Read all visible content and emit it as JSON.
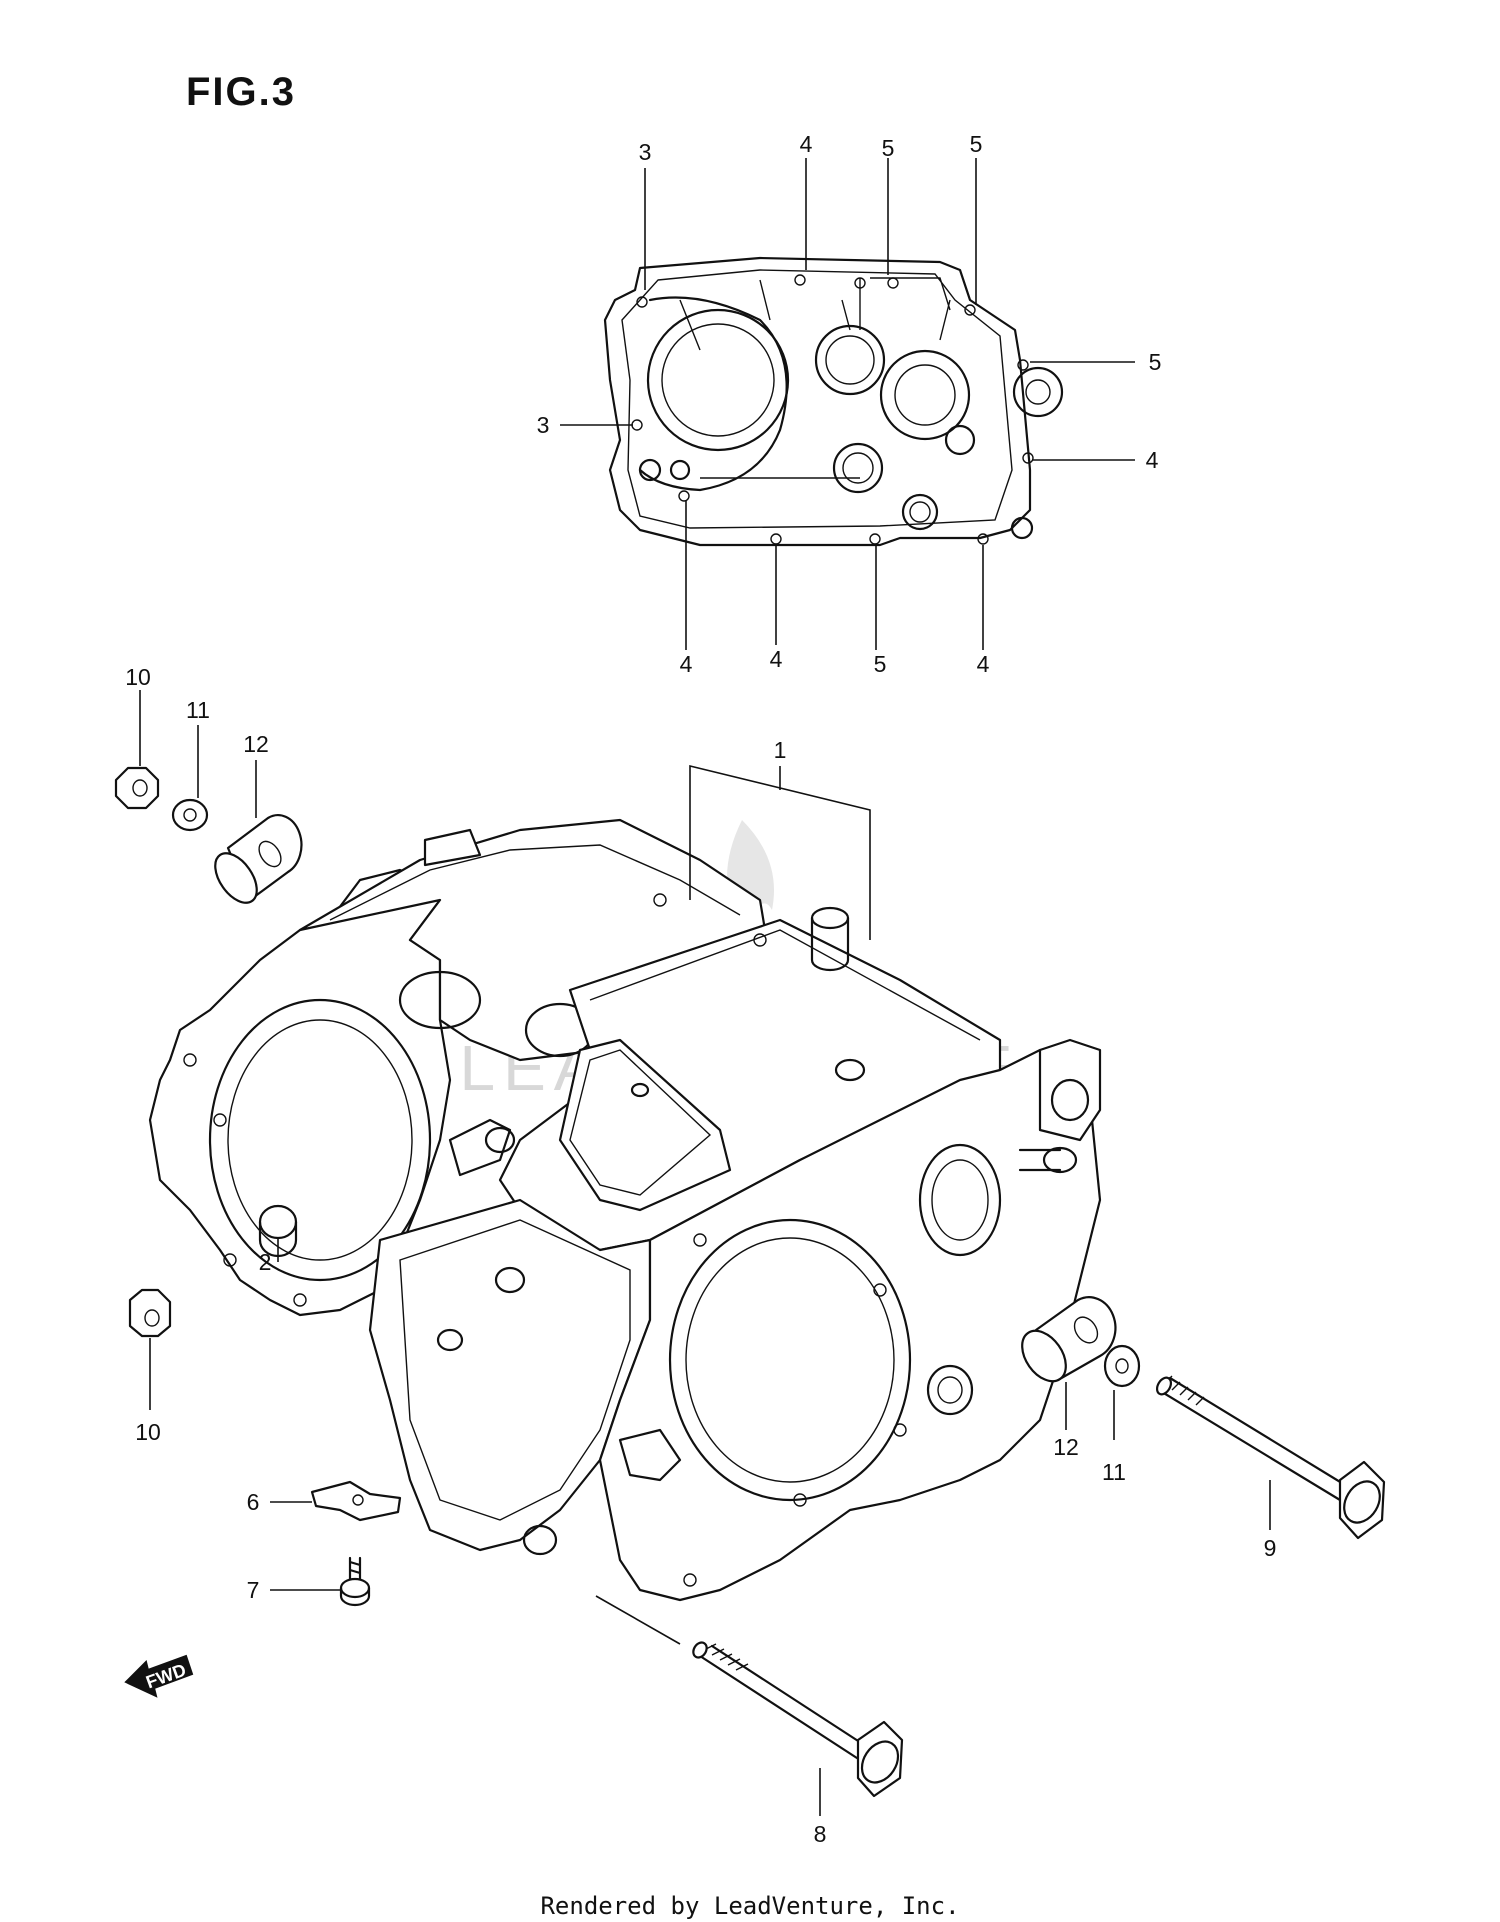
{
  "figure": {
    "title": "FIG.3"
  },
  "footer": {
    "text": "Rendered by LeadVenture, Inc."
  },
  "watermark": {
    "text": "LEADVENTURE"
  },
  "fwd_arrow": {
    "label": "FWD"
  },
  "callouts": {
    "c1": "1",
    "c2": "2",
    "c3a": "3",
    "c3b": "3",
    "c4a": "4",
    "c4b": "4",
    "c4c": "4",
    "c4d": "4",
    "c4e": "4",
    "c5a": "5",
    "c5b": "5",
    "c5c": "5",
    "c5d": "5",
    "c6": "6",
    "c7": "7",
    "c8": "8",
    "c9": "9",
    "c10a": "10",
    "c10b": "10",
    "c11a": "11",
    "c11b": "11",
    "c12a": "12",
    "c12b": "12"
  }
}
